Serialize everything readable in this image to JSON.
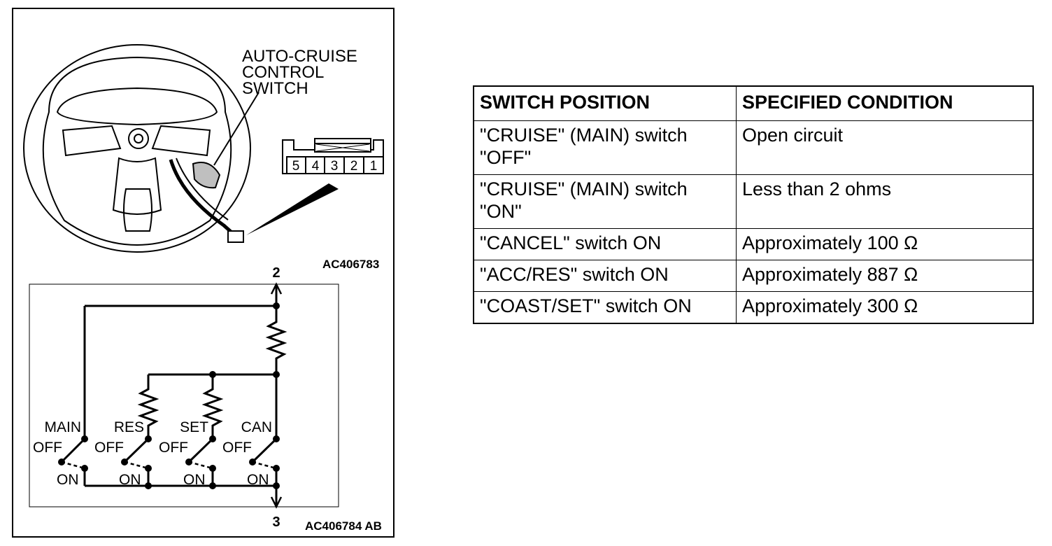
{
  "illustration": {
    "callout": "AUTO-CRUISE\nCONTROL\nSWITCH",
    "figure_code": "AC406783",
    "connector_pins": [
      "5",
      "4",
      "3",
      "2",
      "1"
    ]
  },
  "schematic": {
    "terminal_top": "2",
    "terminal_bottom": "3",
    "figure_code": "AC406784 AB",
    "switches": [
      {
        "name": "MAIN",
        "off": "OFF",
        "on": "ON"
      },
      {
        "name": "RES",
        "off": "OFF",
        "on": "ON"
      },
      {
        "name": "SET",
        "off": "OFF",
        "on": "ON"
      },
      {
        "name": "CAN",
        "off": "OFF",
        "on": "ON"
      }
    ]
  },
  "table": {
    "headers": [
      "SWITCH POSITION",
      "SPECIFIED CONDITION"
    ],
    "rows": [
      {
        "position": "\"CRUISE\" (MAIN) switch\n\"OFF\"",
        "condition": "Open circuit"
      },
      {
        "position": "\"CRUISE\" (MAIN) switch\n\"ON\"",
        "condition": "Less than 2 ohms"
      },
      {
        "position": "\"CANCEL\" switch ON",
        "condition": "Approximately 100 Ω"
      },
      {
        "position": "\"ACC/RES\" switch ON",
        "condition": "Approximately 887 Ω"
      },
      {
        "position": "\"COAST/SET\" switch ON",
        "condition": "Approximately 300 Ω"
      }
    ]
  }
}
